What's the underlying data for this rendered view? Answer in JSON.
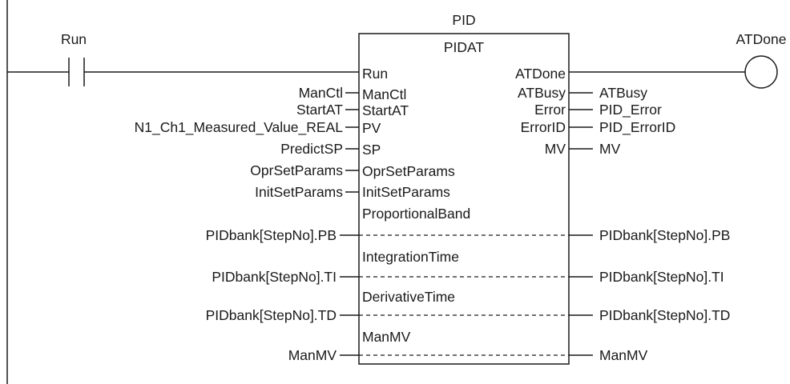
{
  "instance_name": "PID",
  "block_type": "PIDAT",
  "contact_label": "Run",
  "coil_label": "ATDone",
  "inputs": [
    {
      "variable": "",
      "pin": "Run"
    },
    {
      "variable": "ManCtl",
      "pin": "ManCtl"
    },
    {
      "variable": "StartAT",
      "pin": "StartAT"
    },
    {
      "variable": "N1_Ch1_Measured_Value_REAL",
      "pin": "PV"
    },
    {
      "variable": "PredictSP",
      "pin": "SP"
    },
    {
      "variable": "OprSetParams",
      "pin": "OprSetParams"
    },
    {
      "variable": "InitSetParams",
      "pin": "InitSetParams"
    }
  ],
  "outputs": [
    {
      "pin": "ATDone",
      "variable": ""
    },
    {
      "pin": "ATBusy",
      "variable": "ATBusy"
    },
    {
      "pin": "Error",
      "variable": "PID_Error"
    },
    {
      "pin": "ErrorID",
      "variable": "PID_ErrorID"
    },
    {
      "pin": "MV",
      "variable": "MV"
    }
  ],
  "inouts": [
    {
      "pin": "ProportionalBand",
      "variable_in": "PIDbank[StepNo].PB",
      "variable_out": "PIDbank[StepNo].PB"
    },
    {
      "pin": "IntegrationTime",
      "variable_in": "PIDbank[StepNo].TI",
      "variable_out": "PIDbank[StepNo].TI"
    },
    {
      "pin": "DerivativeTime",
      "variable_in": "PIDbank[StepNo].TD",
      "variable_out": "PIDbank[StepNo].TD"
    },
    {
      "pin": "ManMV",
      "variable_in": "ManMV",
      "variable_out": "ManMV"
    }
  ]
}
